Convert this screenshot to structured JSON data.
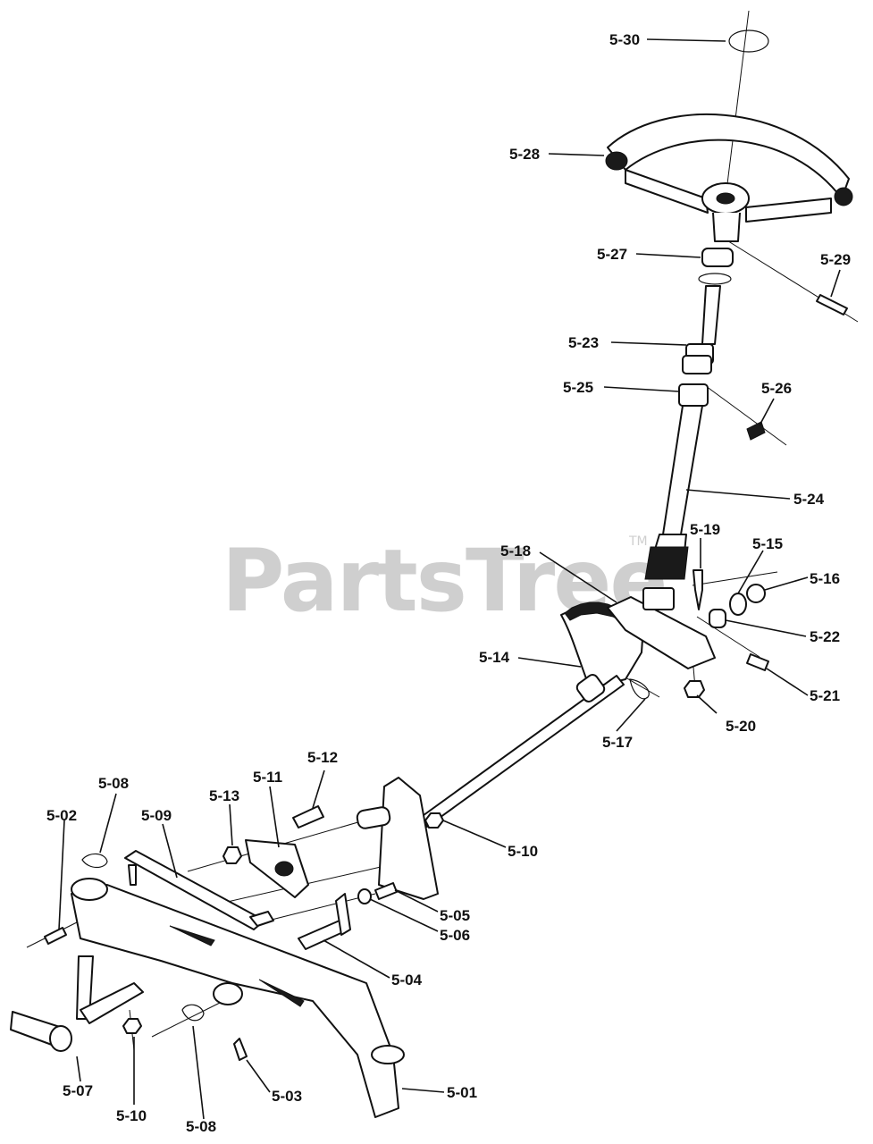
{
  "watermark": {
    "text": "PartsTree",
    "tm": "TM"
  },
  "labels": {
    "p530": "5-30",
    "p528": "5-28",
    "p527": "5-27",
    "p529": "5-29",
    "p523": "5-23",
    "p525": "5-25",
    "p526": "5-26",
    "p524": "5-24",
    "p518": "5-18",
    "p519": "5-19",
    "p515": "5-15",
    "p516": "5-16",
    "p522": "5-22",
    "p514": "5-14",
    "p521": "5-21",
    "p520": "5-20",
    "p517": "5-17",
    "p512": "5-12",
    "p511": "5-11",
    "p513": "5-13",
    "p508a": "5-08",
    "p509": "5-09",
    "p502": "5-02",
    "p510a": "5-10",
    "p505": "5-05",
    "p506": "5-06",
    "p504": "5-04",
    "p501": "5-01",
    "p503": "5-03",
    "p507": "5-07",
    "p510b": "5-10",
    "p508b": "5-08"
  }
}
